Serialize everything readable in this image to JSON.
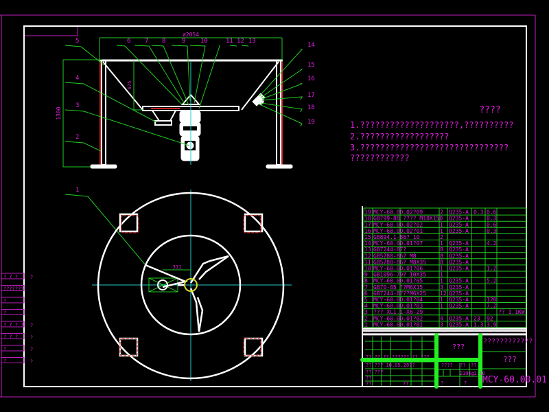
{
  "colors": {
    "frame": "#ffffff",
    "text": "#e020e0",
    "dim": "#22cc22",
    "center": "#22cccc",
    "hidden": "#cc2222",
    "hub": "#dddd22",
    "title_block_bold": "#22ee22"
  },
  "elevation": {
    "dim_width": "ø2054",
    "dim_height": "1300",
    "dim_inner": "675",
    "labels": [
      "1",
      "2",
      "3",
      "4",
      "5",
      "6",
      "7",
      "8",
      "9",
      "10",
      "11",
      "12",
      "13",
      "14",
      "15",
      "16",
      "17",
      "18",
      "19"
    ]
  },
  "plan": {
    "dim_offset": "311"
  },
  "notes": {
    "title": "????",
    "lines": [
      "1.????????????????????,??????????",
      "2.??????????????????",
      "3.??????????????????????????????",
      "????????????"
    ]
  },
  "bom": {
    "rows": [
      [
        "19",
        "MCY-60.00.02?09",
        "2",
        "Q235-A",
        "0.3",
        "0.6",
        ""
      ],
      [
        "18",
        "GB799-88 ???? M18X150",
        "",
        "Q235-A",
        "",
        "0.3",
        ""
      ],
      [
        "17",
        "MCY-60.00.02?02",
        "1",
        "Q235-A",
        "",
        "0.6",
        ""
      ],
      [
        "16",
        "MCY-60.00.02?01",
        "1",
        "Q235-A",
        "",
        "0.3",
        ""
      ],
      [
        "15",
        "GB894.1-86? 10",
        "2",
        "",
        "",
        "",
        ""
      ],
      [
        "14",
        "MCY-60.00.01?07",
        "1",
        "Q235-A",
        "",
        "4.2",
        ""
      ],
      [
        "13",
        "GB7244-87?",
        "8",
        "Q235-A",
        "",
        "",
        ""
      ],
      [
        "12",
        "GB5780-86? M8",
        "8",
        "Q235-A",
        "",
        "",
        ""
      ],
      [
        "11",
        "GB5780-86? M8X35",
        "8",
        "Q235-A",
        "",
        "",
        ""
      ],
      [
        "10",
        "MCY-60.00.01?06",
        "1",
        "Q235-A",
        "",
        "1.2",
        ""
      ],
      [
        "9",
        "GB1096-79? 10X35",
        "1",
        "",
        "",
        "",
        ""
      ],
      [
        "8",
        "MCY-60.00.01?05",
        "1",
        "Q235-A",
        "",
        "5.2",
        ""
      ],
      [
        "7",
        "GB70-85 ??M6X15",
        "3",
        "Q235-A",
        "",
        "",
        ""
      ],
      [
        "6",
        "GB7244-87??M6X25",
        "12",
        "Q235-A",
        "",
        "",
        ""
      ],
      [
        "5",
        "MCY-60.00.01?04",
        "1",
        "Q235-A",
        "",
        "120",
        ""
      ],
      [
        "4",
        "MCY-60.00.01?03",
        "1",
        "Q235-A",
        "",
        "7.2",
        ""
      ],
      [
        "3",
        "??? XL1.1-X6-29",
        "",
        "",
        "",
        "",
        "?? 1.1KW"
      ],
      [
        "2",
        "MCY-60.00.01?02",
        "4",
        "Q235-A",
        "23",
        "92",
        ""
      ],
      [
        "1",
        "MCY-60.00.01?01",
        "3",
        "Q235-A",
        "1.3",
        "3.9",
        ""
      ]
    ],
    "header": [
      "??",
      "?",
      "??",
      "??",
      "?",
      "?",
      "?",
      "?",
      "?",
      "?",
      "?"
    ]
  },
  "title_block": {
    "name": "???",
    "company": "????????????",
    "org": "???",
    "sign_row": "?? ?? ?? ?????? ?? ???",
    "design_row": "?? ??? 10.05.28??",
    "check_row": "?? ???",
    "row3": "??",
    "row4a": "??",
    "row4b": "??",
    "stage": "????",
    "weight_h": "??",
    "scale_h": "??",
    "weight": "239Kg",
    "scale": "1:10",
    "sheet_a": "?",
    "sheet_b": "?",
    "drawing_no": "MCY-60.00.01"
  },
  "revision_block": {
    "rows": [
      "? ? ?",
      "???????",
      "?",
      "?",
      "? ? ? ?",
      "? ? ?",
      "?",
      "?"
    ],
    "marks": [
      "?",
      "",
      "",
      "",
      "?",
      "?",
      "?",
      "?"
    ]
  }
}
